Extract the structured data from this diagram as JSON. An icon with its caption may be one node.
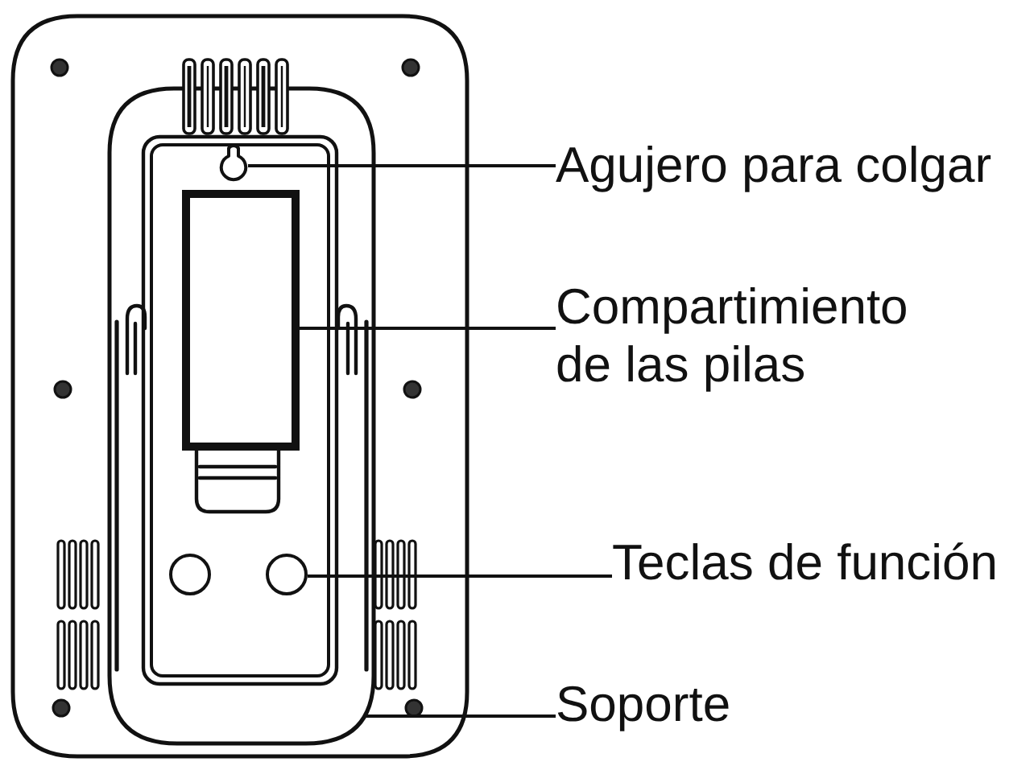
{
  "diagram": {
    "nodes": [
      {
        "text": [
          "Agujero para colgar"
        ]
      },
      {
        "text": [
          "Compartimiento de las pilas"
        ]
      },
      {
        "text": [
          "Teclas de función"
        ]
      },
      {
        "text": [
          "Soporte"
        ]
      },
      {
        "text": [],
        "shape": "frame"
      },
      {
        "text": [],
        "shape": "keyhole",
        "in": 4
      },
      {
        "text": [],
        "shape": "box",
        "in": 4
      },
      {
        "text": [],
        "shape": "circle",
        "in": 4
      }
    ],
    "edges": [
      {
        "from": 0,
        "to": 5,
        "arrow": "none"
      },
      {
        "from": 1,
        "to": 6,
        "arrow": "none"
      },
      {
        "from": 2,
        "to": 7,
        "arrow": "none"
      },
      {
        "from": 3,
        "to": 4,
        "arrow": "none"
      }
    ]
  }
}
